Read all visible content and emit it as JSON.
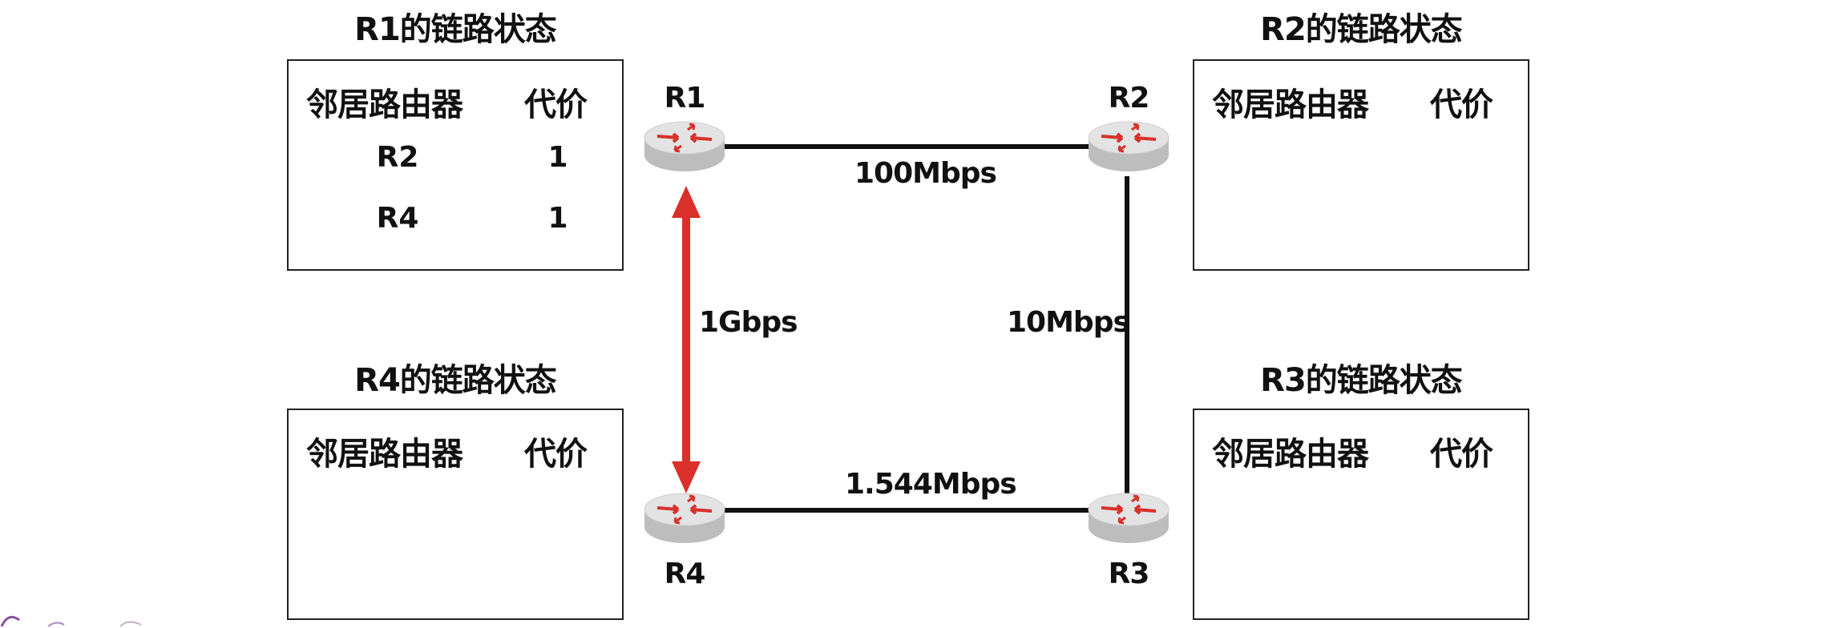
{
  "panels": {
    "r1": {
      "title": "R1的链路状态",
      "header_router": "邻居路由器",
      "header_cost": "代价",
      "rows": [
        {
          "router": "R2",
          "cost": "1"
        },
        {
          "router": "R4",
          "cost": "1"
        }
      ]
    },
    "r2": {
      "title": "R2的链路状态",
      "header_router": "邻居路由器",
      "header_cost": "代价",
      "rows": []
    },
    "r4": {
      "title": "R4的链路状态",
      "header_router": "邻居路由器",
      "header_cost": "代价",
      "rows": []
    },
    "r3": {
      "title": "R3的链路状态",
      "header_router": "邻居路由器",
      "header_cost": "代价",
      "rows": []
    }
  },
  "routers": {
    "r1": "R1",
    "r2": "R2",
    "r3": "R3",
    "r4": "R4"
  },
  "links": {
    "r1_r2": "100Mbps",
    "r2_r3": "10Mbps",
    "r4_r3": "1.544Mbps",
    "r1_r4": "1Gbps"
  },
  "colors": {
    "highlight_link": "#d9302a",
    "link": "#111111",
    "router_body": "#d8d8d8",
    "router_arrows": "#d9302a"
  }
}
